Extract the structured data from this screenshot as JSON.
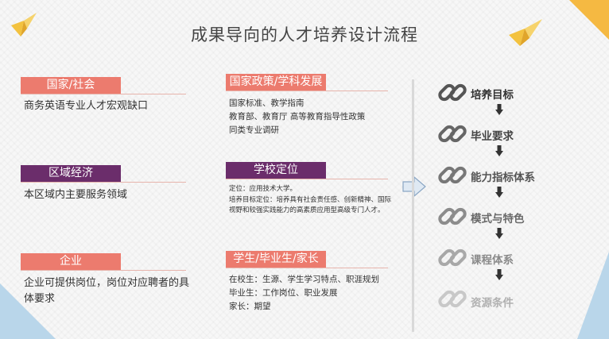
{
  "title": "成果导向的人才培养设计流程",
  "left_column": [
    {
      "label": "国家/社会",
      "desc": "商务英语专业人才宏观缺口"
    },
    {
      "label": "区域经济",
      "desc": "本区域内主要服务领域"
    },
    {
      "label": "企业",
      "desc": "企业可提供岗位，岗位对应聘者的具体要求"
    }
  ],
  "middle_column": [
    {
      "label": "国家政策/学科发展",
      "lines": [
        "国家标准、教学指南",
        "教育部、教育厅 高等教育指导性政策",
        "同类专业调研"
      ]
    },
    {
      "label": "学校定位",
      "lines": [
        "定位：应用技术大学。",
        "培养目标定位：培养具有社会责任感、创新精神、国际视野和较强实践能力的高素质应用型高级专门人才。"
      ]
    },
    {
      "label": "学生/毕业生/家长",
      "lines": [
        "在校生：生源、学生学习特点、职涯规划",
        "毕业生：工作岗位、职业发展",
        "家长：期望"
      ]
    }
  ],
  "steps": [
    {
      "label": "培养目标",
      "color": "#333333",
      "chain_color": "#555555"
    },
    {
      "label": "毕业要求",
      "color": "#444444",
      "chain_color": "#666666"
    },
    {
      "label": "能力指标体系",
      "color": "#555555",
      "chain_color": "#777777"
    },
    {
      "label": "模式与特色",
      "color": "#6a6a6a",
      "chain_color": "#8c8c8c"
    },
    {
      "label": "课程体系",
      "color": "#8a8a8a",
      "chain_color": "#a8a8a8"
    },
    {
      "label": "资源条件",
      "color": "#b0b0b0",
      "chain_color": "#c8c8c8"
    }
  ],
  "colors": {
    "salmon": "#ec7b6e",
    "purple": "#6b2d6b",
    "arrow": "#333333",
    "accent_yellow": "#f5b942",
    "accent_blue": "#b9d6ea"
  },
  "icons": {
    "chain": "chain-link-icon",
    "arrow": "arrow-down-icon",
    "flow": "arrow-right-icon",
    "decor": "paper-crane-icon"
  }
}
